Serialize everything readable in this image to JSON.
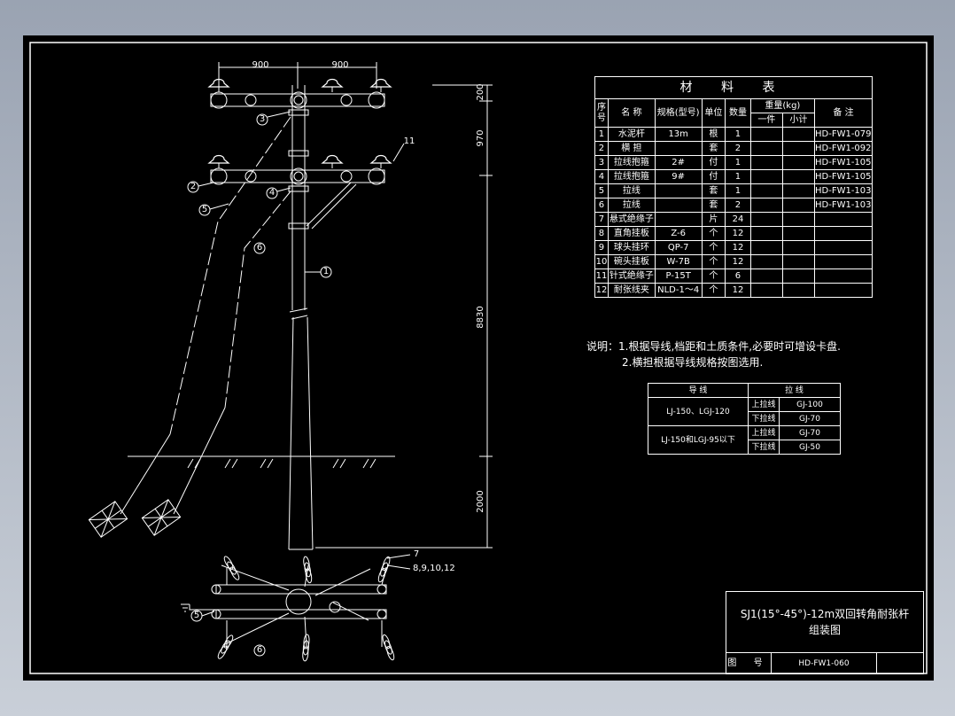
{
  "dimensions": {
    "d900a": "900",
    "d900b": "900",
    "d200": "200",
    "d970": "970",
    "d8830": "8830",
    "d2000": "2000"
  },
  "callouts": {
    "c1": "1",
    "c2": "2",
    "c3": "3",
    "c4": "4",
    "c5": "5",
    "c6": "6",
    "c11": "11",
    "b5": "5",
    "b6": "6",
    "b7": "7",
    "b8": "8,9,10,12"
  },
  "material_table": {
    "title": "材 料 表",
    "headers": {
      "seq": "序号",
      "name": "名 称",
      "spec": "规格(型号)",
      "unit": "单位",
      "qty": "数量",
      "weight": "重量(kg)",
      "each": "一件",
      "subtotal": "小计",
      "remark": "备 注"
    },
    "rows": [
      [
        "1",
        "水泥杆",
        "13m",
        "根",
        "1",
        "",
        "",
        "HD-FW1-079"
      ],
      [
        "2",
        "横 担",
        "",
        "套",
        "2",
        "",
        "",
        "HD-FW1-092"
      ],
      [
        "3",
        "拉线抱箍",
        "2#",
        "付",
        "1",
        "",
        "",
        "HD-FW1-105"
      ],
      [
        "4",
        "拉线抱箍",
        "9#",
        "付",
        "1",
        "",
        "",
        "HD-FW1-105"
      ],
      [
        "5",
        "拉线",
        "",
        "套",
        "1",
        "",
        "",
        "HD-FW1-103"
      ],
      [
        "6",
        "拉线",
        "",
        "套",
        "2",
        "",
        "",
        "HD-FW1-103"
      ],
      [
        "7",
        "悬式绝缘子",
        "",
        "片",
        "24",
        "",
        "",
        ""
      ],
      [
        "8",
        "直角挂板",
        "Z-6",
        "个",
        "12",
        "",
        "",
        ""
      ],
      [
        "9",
        "球头挂环",
        "QP-7",
        "个",
        "12",
        "",
        "",
        ""
      ],
      [
        "10",
        "碗头挂板",
        "W-7B",
        "个",
        "12",
        "",
        "",
        ""
      ],
      [
        "11",
        "针式绝缘子",
        "P-15T",
        "个",
        "6",
        "",
        "",
        ""
      ],
      [
        "12",
        "耐张线夹",
        "NLD-1～4",
        "个",
        "12",
        "",
        "",
        ""
      ]
    ]
  },
  "notes": {
    "line1": "说明：1.根据导线,档距和土质条件,必要时可增设卡盘.",
    "line2": "2.横担根据导线规格按图选用."
  },
  "wire_table": {
    "h1": "导 线",
    "h2": "拉 线",
    "g1": "LJ-150、LGJ-120",
    "g2": "LJ-150和LGJ-95以下",
    "up": "上拉线",
    "down": "下拉线",
    "v1": "GJ-100",
    "v2": "GJ-70",
    "v3": "GJ-70",
    "v4": "GJ-50"
  },
  "title_block": {
    "title": "SJ1(15°-45°)-12m双回转角耐张杆组装图",
    "drawing_no_label": "图 号",
    "drawing_no": "HD-FW1-060"
  }
}
